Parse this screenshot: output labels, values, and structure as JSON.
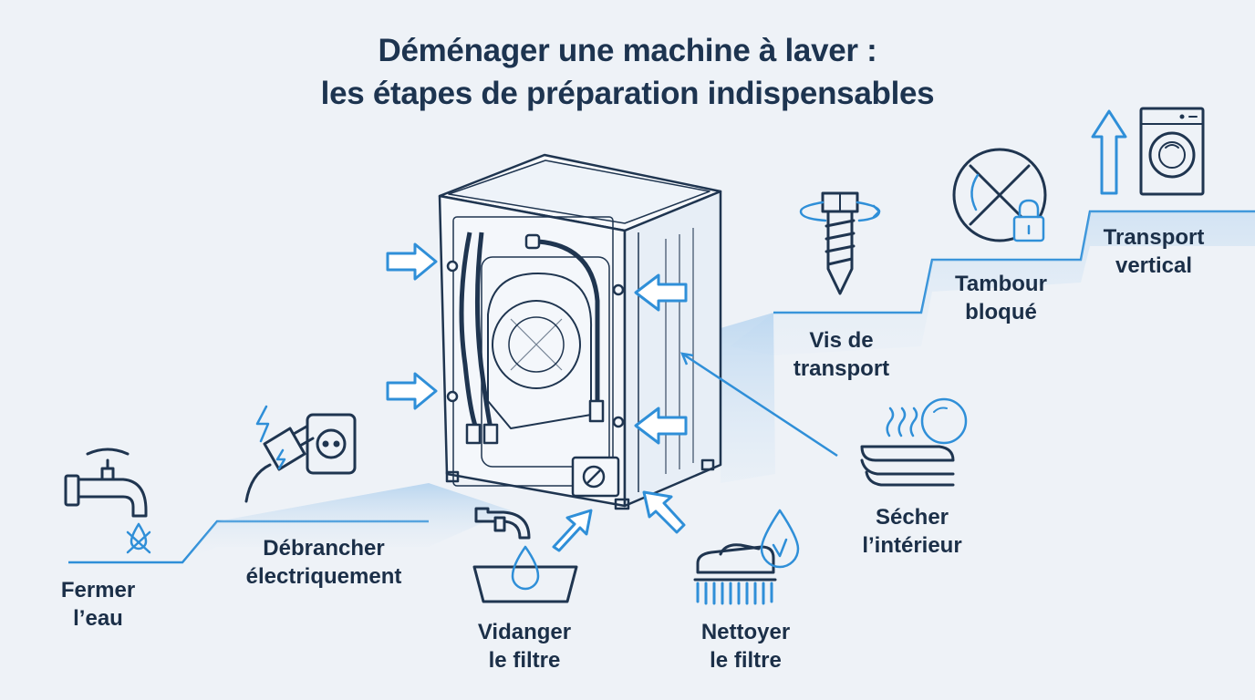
{
  "title": {
    "line1": "Déménager une machine à laver :",
    "line2": "les étapes de préparation indispensables"
  },
  "steps": [
    {
      "line1": "Fermer",
      "line2": "l’eau",
      "icon": "water-tap-icon"
    },
    {
      "line1": "Débrancher",
      "line2": "électriquement",
      "icon": "power-plug-icon"
    },
    {
      "line1": "Vidanger",
      "line2": "le filtre",
      "icon": "drain-basin-icon"
    },
    {
      "line1": "Nettoyer",
      "line2": "le filtre",
      "icon": "brush-icon"
    },
    {
      "line1": "Sécher",
      "line2": "l’intérieur",
      "icon": "drying-cloth-icon"
    },
    {
      "line1": "Vis de",
      "line2": "transport",
      "icon": "transport-bolt-icon"
    },
    {
      "line1": "Tambour",
      "line2": "bloqué",
      "icon": "locked-drum-icon"
    },
    {
      "line1": "Transport",
      "line2": "vertical",
      "icon": "upright-washer-icon"
    }
  ],
  "colors": {
    "accent": "#2f8fd8",
    "line_art": "#1f3550",
    "text": "#1b2f48",
    "background": "#eef2f7"
  }
}
